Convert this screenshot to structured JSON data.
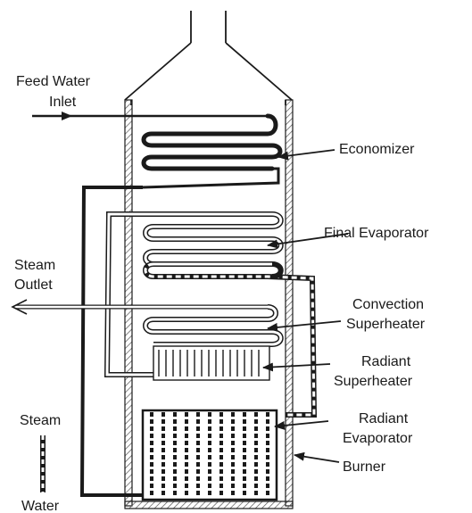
{
  "labels": {
    "feed_water_l1": "Feed Water",
    "feed_water_l2": "Inlet",
    "economizer": "Economizer",
    "final_evaporator": "Final Evaporator",
    "steam_outlet_l1": "Steam",
    "steam_outlet_l2": "Outlet",
    "convection_l1": "Convection",
    "convection_l2": "Superheater",
    "radiant_sh_l1": "Radiant",
    "radiant_sh_l2": "Superheater",
    "radiant_ev_l1": "Radiant",
    "radiant_ev_l2": "Evaporator",
    "burner": "Burner",
    "legend_steam": "Steam",
    "legend_water": "Water"
  },
  "colors": {
    "ink": "#1a1a1a",
    "wall_hatch": "#555555",
    "pipe_hollow": "#ffffff"
  }
}
